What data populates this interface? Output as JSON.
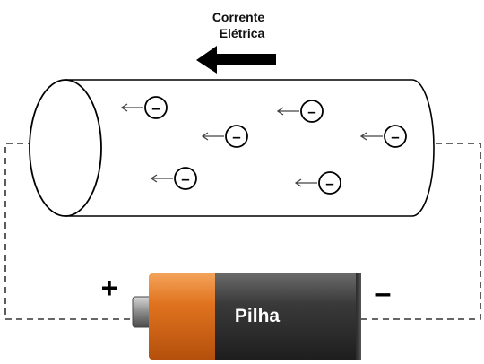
{
  "current_label": {
    "line1": "Corrente",
    "line2": "Elétrica"
  },
  "battery": {
    "label": "Pilha",
    "plus": "+",
    "minus": "–"
  },
  "electron_symbol": "–",
  "colors": {
    "arrow": "#000000",
    "wire": "#333333",
    "battery_copper": "#e0731f",
    "battery_body": "#3a3a3a",
    "battery_cap": "#8a8a8a"
  }
}
